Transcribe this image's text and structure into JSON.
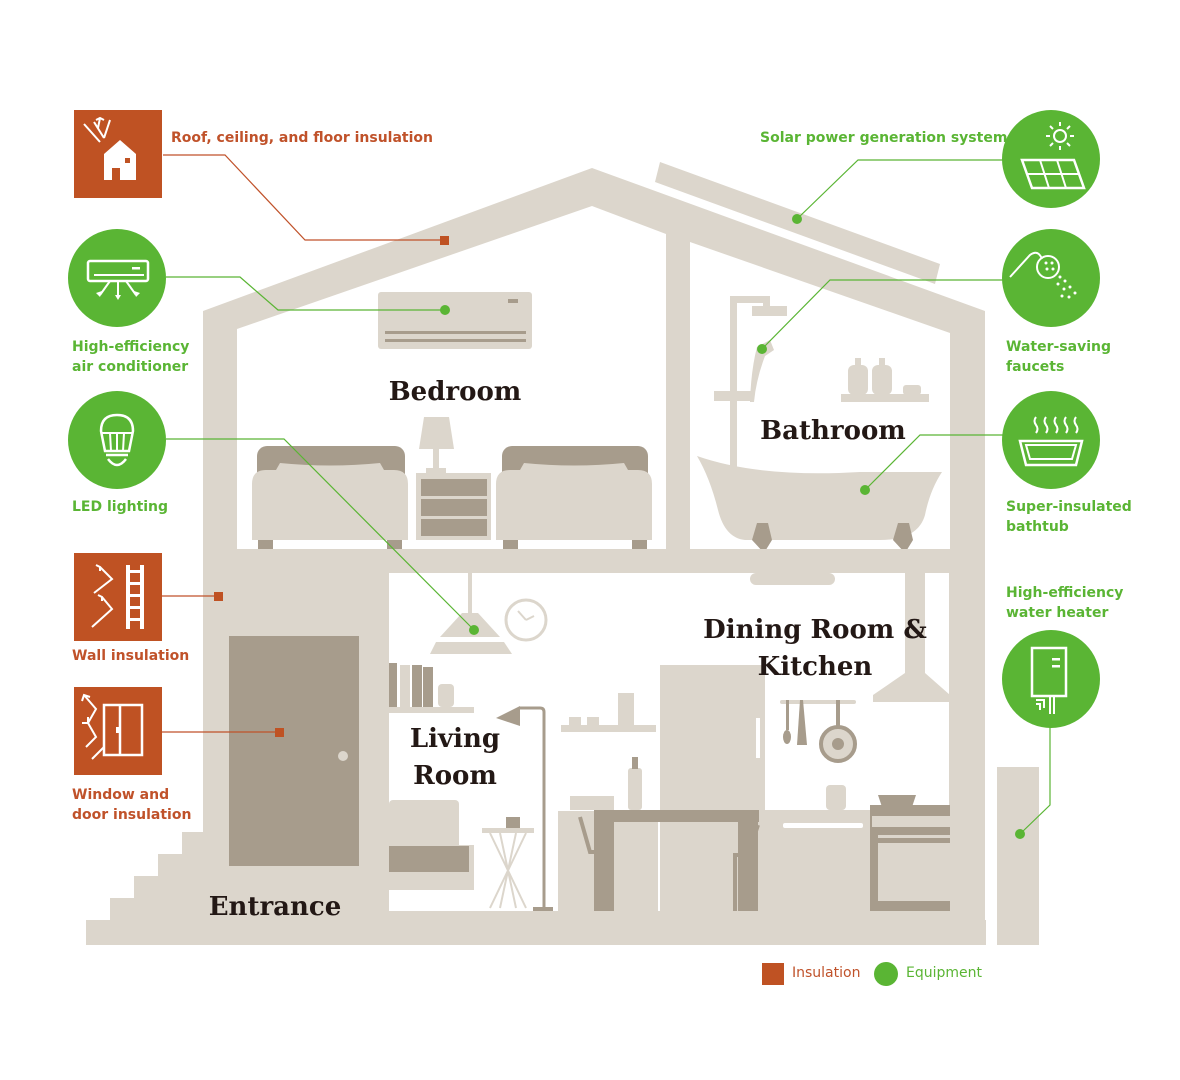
{
  "colors": {
    "insulation": "#bf5223",
    "equipment": "#5ab534",
    "house_light": "#dcd6cc",
    "house_dark": "#a79c8c",
    "room_text": "#231815"
  },
  "rooms": {
    "bedroom": "Bedroom",
    "bathroom": "Bathroom",
    "living_room": [
      "Living",
      "Room"
    ],
    "dining_kitchen": [
      "Dining Room &",
      "Kitchen"
    ],
    "entrance": "Entrance"
  },
  "insulation_items": [
    {
      "label": "Roof, ceiling, and floor insulation",
      "icon": "house-roof-insulation-icon"
    },
    {
      "label": "Wall insulation",
      "icon": "wall-insulation-icon"
    },
    {
      "label_lines": [
        "Window and",
        "door insulation"
      ],
      "icon": "window-door-insulation-icon"
    }
  ],
  "equipment_items": [
    {
      "label_lines": [
        "High-efficiency",
        "air conditioner"
      ],
      "icon": "air-conditioner-icon"
    },
    {
      "label": "LED lighting",
      "icon": "led-bulb-icon"
    },
    {
      "label": "Solar power generation system",
      "icon": "solar-panel-icon"
    },
    {
      "label_lines": [
        "Water-saving",
        "faucets"
      ],
      "icon": "shower-head-icon"
    },
    {
      "label_lines": [
        "Super-insulated",
        "bathtub"
      ],
      "icon": "bathtub-icon"
    },
    {
      "label_lines": [
        "High-efficiency",
        "water heater"
      ],
      "icon": "water-heater-icon"
    }
  ],
  "legend": {
    "insulation": "Insulation",
    "equipment": "Equipment"
  }
}
